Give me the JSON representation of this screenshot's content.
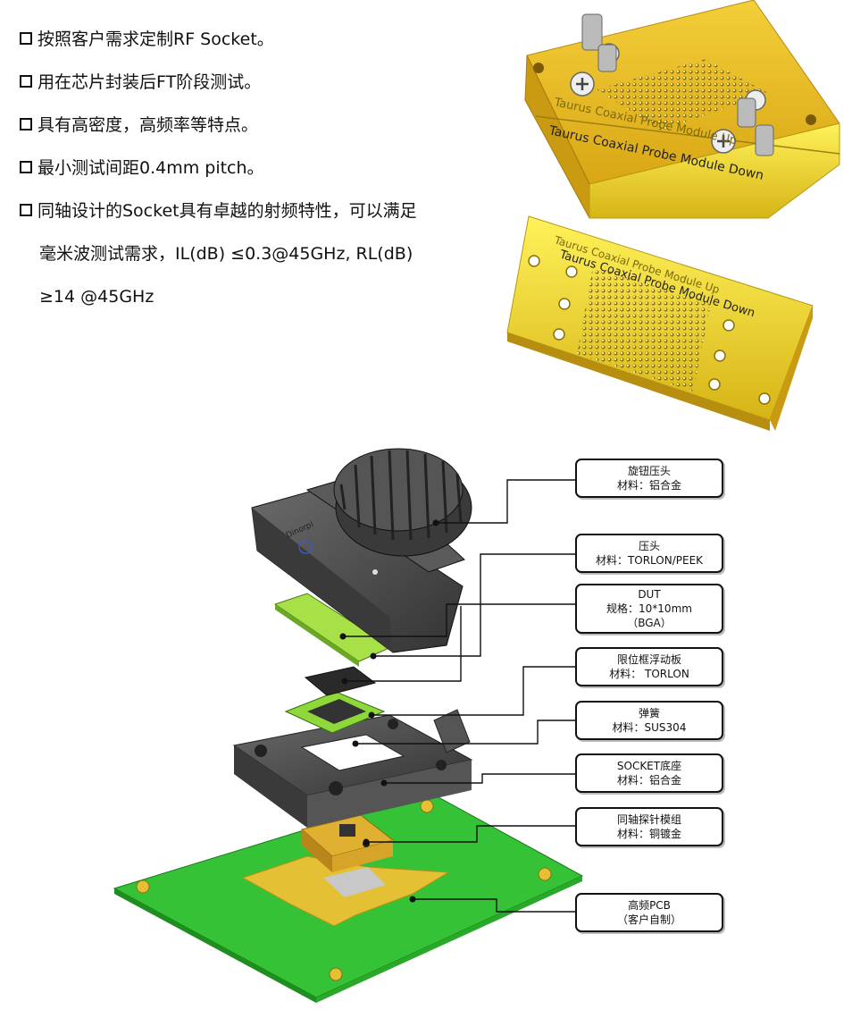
{
  "bullets": [
    "按照客户需求定制RF Socket。",
    "用在芯片封装后FT阶段测试。",
    "具有高密度，高频率等特点。",
    "最小测试间距0.4mm pitch。",
    "同轴设计的Socket具有卓越的射频特性，可以满足"
  ],
  "bullet_cont": [
    "毫米波测试需求，IL(dB) ≤0.3@45GHz, RL(dB)",
    "≥14 @45GHz"
  ],
  "module_text": {
    "up": "Taurus Coaxial Probe Module Up",
    "down": "Taurus Coaxial Probe Module Down"
  },
  "brand": "Dinorpi",
  "labels": [
    {
      "line1": "旋钮压头",
      "line2": "材料：铝合金",
      "line3": ""
    },
    {
      "line1": "压头",
      "line2": "材料：TORLON/PEEK",
      "line3": ""
    },
    {
      "line1": "DUT",
      "line2": "规格：10*10mm",
      "line3": "（BGA）"
    },
    {
      "line1": "限位框浮动板",
      "line2": "材料： TORLON",
      "line3": ""
    },
    {
      "line1": "弹簧",
      "line2": "材料：SUS304",
      "line3": ""
    },
    {
      "line1": "SOCKET底座",
      "line2": "材料：铝合金",
      "line3": ""
    },
    {
      "line1": "同轴探针模组",
      "line2": "材料：铜镀金",
      "line3": ""
    },
    {
      "line1": "高频PCB",
      "line2": "（客户自制）",
      "line3": ""
    }
  ],
  "colors": {
    "gold": "#e8c21a",
    "pcb": "#3cc83c",
    "housing": "#4a4a4a",
    "dut": "#a8e048"
  }
}
